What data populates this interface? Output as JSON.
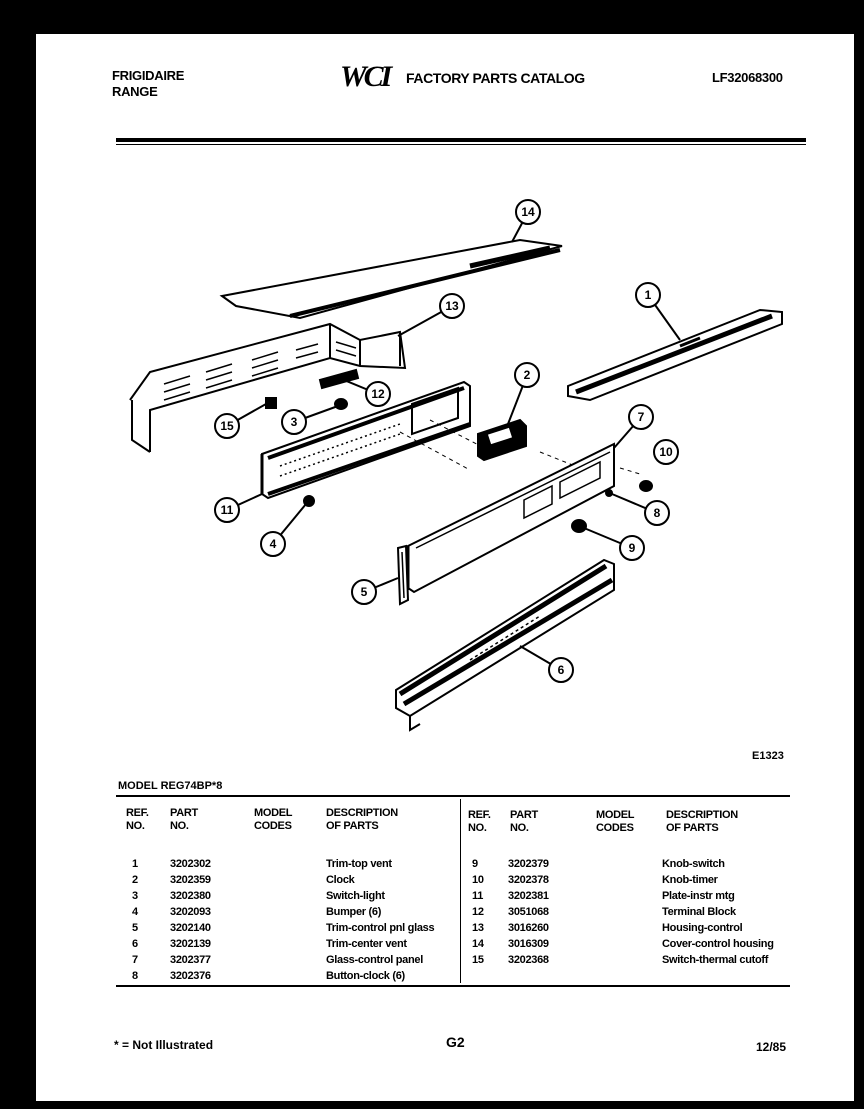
{
  "header": {
    "brand_line1": "FRIGIDAIRE",
    "brand_line2": "RANGE",
    "logo": "WCI",
    "catalog": "FACTORY PARTS CATALOG",
    "catalog_number": "LF32068300"
  },
  "diagram": {
    "code": "E1323",
    "callouts": [
      "14",
      "1",
      "13",
      "12",
      "2",
      "15",
      "3",
      "7",
      "10",
      "11",
      "8",
      "4",
      "9",
      "5",
      "6"
    ]
  },
  "model_line": "MODEL REG74BP*8",
  "table": {
    "headers": {
      "ref": [
        "REF.",
        "NO."
      ],
      "part": [
        "PART",
        "NO."
      ],
      "codes": [
        "MODEL",
        "CODES"
      ],
      "desc": [
        "DESCRIPTION",
        "OF PARTS"
      ]
    },
    "left_rows": [
      {
        "ref": "1",
        "part": "3202302",
        "desc": "Trim-top vent"
      },
      {
        "ref": "2",
        "part": "3202359",
        "desc": "Clock"
      },
      {
        "ref": "3",
        "part": "3202380",
        "desc": "Switch-light"
      },
      {
        "ref": "4",
        "part": "3202093",
        "desc": "Bumper (6)"
      },
      {
        "ref": "5",
        "part": "3202140",
        "desc": "Trim-control pnl glass"
      },
      {
        "ref": "6",
        "part": "3202139",
        "desc": "Trim-center vent"
      },
      {
        "ref": "7",
        "part": "3202377",
        "desc": "Glass-control panel"
      },
      {
        "ref": "8",
        "part": "3202376",
        "desc": "Button-clock (6)"
      }
    ],
    "right_rows": [
      {
        "ref": "9",
        "part": "3202379",
        "desc": "Knob-switch"
      },
      {
        "ref": "10",
        "part": "3202378",
        "desc": "Knob-timer"
      },
      {
        "ref": "11",
        "part": "3202381",
        "desc": "Plate-instr mtg"
      },
      {
        "ref": "12",
        "part": "3051068",
        "desc": "Terminal Block"
      },
      {
        "ref": "13",
        "part": "3016260",
        "desc": "Housing-control"
      },
      {
        "ref": "14",
        "part": "3016309",
        "desc": "Cover-control housing"
      },
      {
        "ref": "15",
        "part": "3202368",
        "desc": "Switch-thermal cutoff"
      }
    ]
  },
  "footer": {
    "note": "* = Not Illustrated",
    "page": "G2",
    "date": "12/85"
  }
}
